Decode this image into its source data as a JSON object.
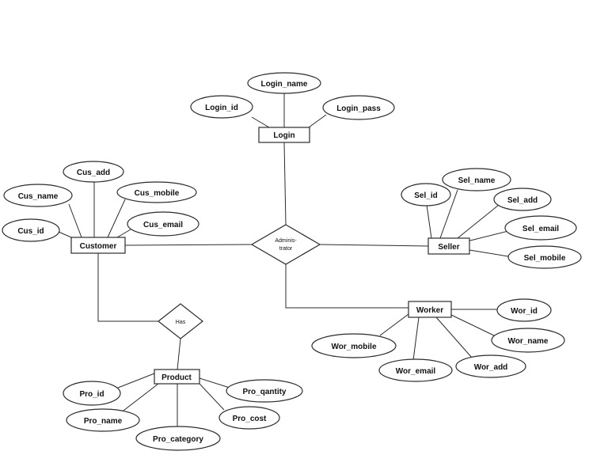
{
  "entities": {
    "login": "Login",
    "customer": "Customer",
    "seller": "Seller",
    "worker": "Worker",
    "product": "Product"
  },
  "relationships": {
    "administrator_line1": "Adminis-",
    "administrator_line2": "trator",
    "has": "Has"
  },
  "attributes": {
    "login_name": "Login_name",
    "login_id": "Login_id",
    "login_pass": "Login_pass",
    "cus_add": "Cus_add",
    "cus_name": "Cus_name",
    "cus_mobile": "Cus_mobile",
    "cus_email": "Cus_email",
    "cus_id": "Cus_id",
    "sel_id": "Sel_id",
    "sel_name": "Sel_name",
    "sel_add": "Sel_add",
    "sel_email": "Sel_email",
    "sel_mobile": "Sel_mobile",
    "wor_id": "Wor_id",
    "wor_name": "Wor_name",
    "wor_add": "Wor_add",
    "wor_email": "Wor_email",
    "wor_mobile": "Wor_mobile",
    "pro_id": "Pro_id",
    "pro_name": "Pro_name",
    "pro_category": "Pro_category",
    "pro_cost": "Pro_cost",
    "pro_qantity": "Pro_qantity"
  }
}
